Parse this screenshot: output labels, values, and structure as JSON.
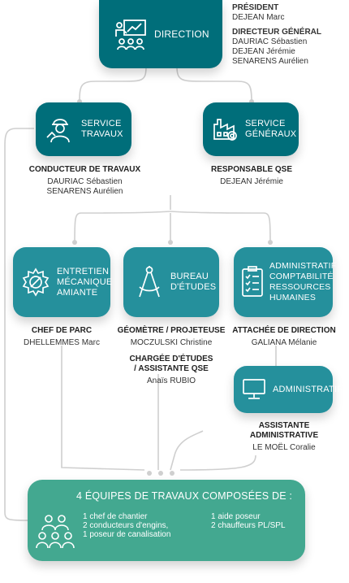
{
  "direction": {
    "label": "DIRECTION",
    "president_title": "PRÉSIDENT",
    "president_name": "DEJEAN Marc",
    "dg_title": "DIRECTEUR GÉNÉRAL",
    "dg_names": [
      "DAURIAC Sébastien",
      "DEJEAN Jérémie",
      "SENARENS Aurélien"
    ]
  },
  "travaux": {
    "label_lines": [
      "SERVICE",
      "TRAVAUX"
    ],
    "role": "CONDUCTEUR DE TRAVAUX",
    "names": [
      "DAURIAC Sébastien",
      "SENARENS Aurélien"
    ]
  },
  "generaux": {
    "label_lines": [
      "SERVICE",
      "GÉNÉRAUX"
    ],
    "role": "RESPONSABLE QSE",
    "names": [
      "DEJEAN Jérémie"
    ]
  },
  "entretien": {
    "label_lines": [
      "ENTRETIEN",
      "MÉCANIQUE",
      "AMIANTE"
    ],
    "role": "CHEF DE PARC",
    "names": [
      "DHELLEMMES Marc"
    ]
  },
  "bureau": {
    "label_lines": [
      "BUREAU",
      "D'ÉTUDES"
    ],
    "role": "GÉOMÈTRE / PROJETEUSE",
    "names": [
      "MOCZULSKI Christine"
    ],
    "role2_lines": [
      "CHARGÉE D'ÉTUDES",
      "/ ASSISTANTE QSE"
    ],
    "names2": [
      "Anaïs RUBIO"
    ]
  },
  "administratif_ccrh": {
    "label_lines": [
      "ADMINISTRATIF",
      "COMPTABILITÉ",
      "RESSOURCES",
      "HUMAINES"
    ],
    "role": "ATTACHÉE DE DIRECTION",
    "names": [
      "GALIANA Mélanie"
    ]
  },
  "administratif": {
    "label": "ADMINISTRATIF",
    "role_lines": [
      "ASSISTANTE",
      "ADMINISTRATIVE"
    ],
    "names": [
      "LE MOËL Coralie"
    ]
  },
  "equipes": {
    "title": "4 ÉQUIPES DE TRAVAUX COMPOSÉES DE :",
    "col1": [
      "1 chef de chantier",
      "2 conducteurs d'engins,",
      "1 poseur de canalisation"
    ],
    "col2": [
      "1 aide poseur",
      "2 chauffeurs PL/SPL"
    ]
  },
  "colors": {
    "dark": "#006e7a",
    "mid": "#25909c",
    "green": "#43a890",
    "line": "#cfcfcf"
  },
  "icons": [
    "presentation-icon",
    "worker-icon",
    "factory-icon",
    "gear-wrench-icon",
    "compass-icon",
    "checklist-icon",
    "monitor-icon",
    "team-icon"
  ]
}
